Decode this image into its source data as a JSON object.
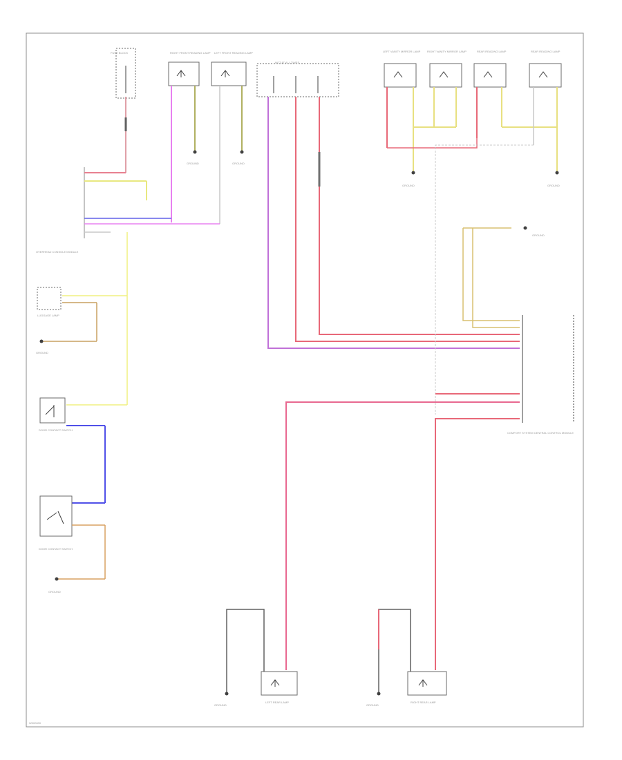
{
  "diagram": {
    "footer_code": "W000000",
    "components": {
      "fuse_block": {
        "label": "FUSE BLOCK"
      },
      "right_front_lamp": {
        "label": "RIGHT FRONT READING LAMP"
      },
      "left_front_lamp": {
        "label": "LEFT FRONT READING LAMP"
      },
      "main_fuse_box": {
        "label": "HOT AT ALL TIMES"
      },
      "left_vanity": {
        "label": "LEFT VANITY MIRROR LAMP"
      },
      "right_vanity": {
        "label": "RIGHT VANITY MIRROR LAMP"
      },
      "rear_left_lamp": {
        "label": "REAR READING LAMP"
      },
      "rear_right_lamp": {
        "label": "REAR READING LAMP"
      },
      "overhead_module": {
        "label": "OVERHEAD CONSOLE MODULE"
      },
      "luggage_lamp": {
        "label": "LUGGAGE LAMP"
      },
      "door_contact_1": {
        "label": "DOOR CONTACT SWITCH"
      },
      "door_contact_2": {
        "label": "DOOR CONTACT SWITCH"
      },
      "comfort_module": {
        "label": "COMFORT SYSTEM CENTRAL CONTROL MODULE"
      },
      "left_rear_lamp": {
        "label": "LEFT REAR LAMP"
      },
      "right_rear_lamp": {
        "label": "RIGHT REAR LAMP"
      },
      "ground_1": {
        "label": "GROUND"
      },
      "ground_2": {
        "label": "GROUND"
      },
      "ground_3": {
        "label": "GROUND"
      },
      "ground_4": {
        "label": "GROUND"
      },
      "ground_5": {
        "label": "GROUND"
      },
      "ground_6": {
        "label": "GROUND"
      },
      "ground_7": {
        "label": "GROUND"
      },
      "ground_8": {
        "label": "GROUND"
      },
      "ground_9": {
        "label": "GROUND"
      }
    }
  }
}
